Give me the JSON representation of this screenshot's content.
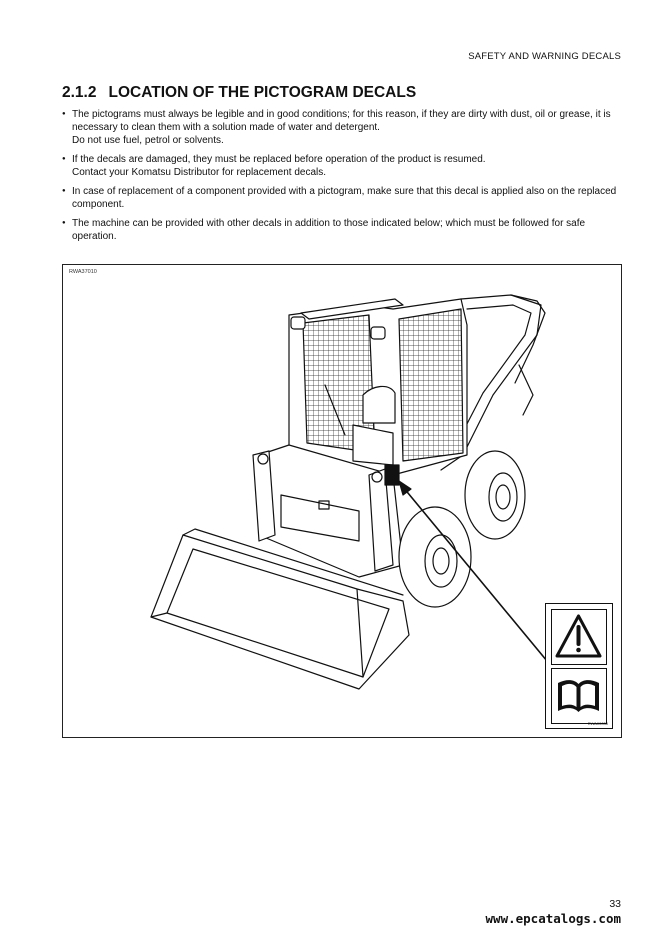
{
  "header": {
    "section": "SAFETY AND WARNING DECALS"
  },
  "section": {
    "number": "2.1.2",
    "title": "LOCATION OF THE PICTOGRAM DECALS"
  },
  "bullets": [
    {
      "lines": [
        "The pictograms must always be legible and in good conditions; for this reason, if they are dirty with dust, oil or grease, it is necessary to clean them with a solution made of water and detergent.",
        "Do not use fuel, petrol or solvents."
      ]
    },
    {
      "lines": [
        "If the decals are damaged, they must be replaced before operation of the product is resumed.",
        "Contact your Komatsu Distributor for replacement decals."
      ]
    },
    {
      "lines": [
        "In case of replacement of a component provided with a pictogram, make sure that this decal is applied also on the replaced component."
      ]
    },
    {
      "lines": [
        "The machine can be provided with other decals in addition to those indicated below; which must be followed for safe operation."
      ]
    }
  ],
  "figure": {
    "code": "RWA37010",
    "decal_code": "RWA00030",
    "decal_icons": [
      "warning-triangle-icon",
      "manual-book-icon"
    ]
  },
  "footer": {
    "page_number": "33",
    "watermark": "www.epcatalogs.com"
  }
}
